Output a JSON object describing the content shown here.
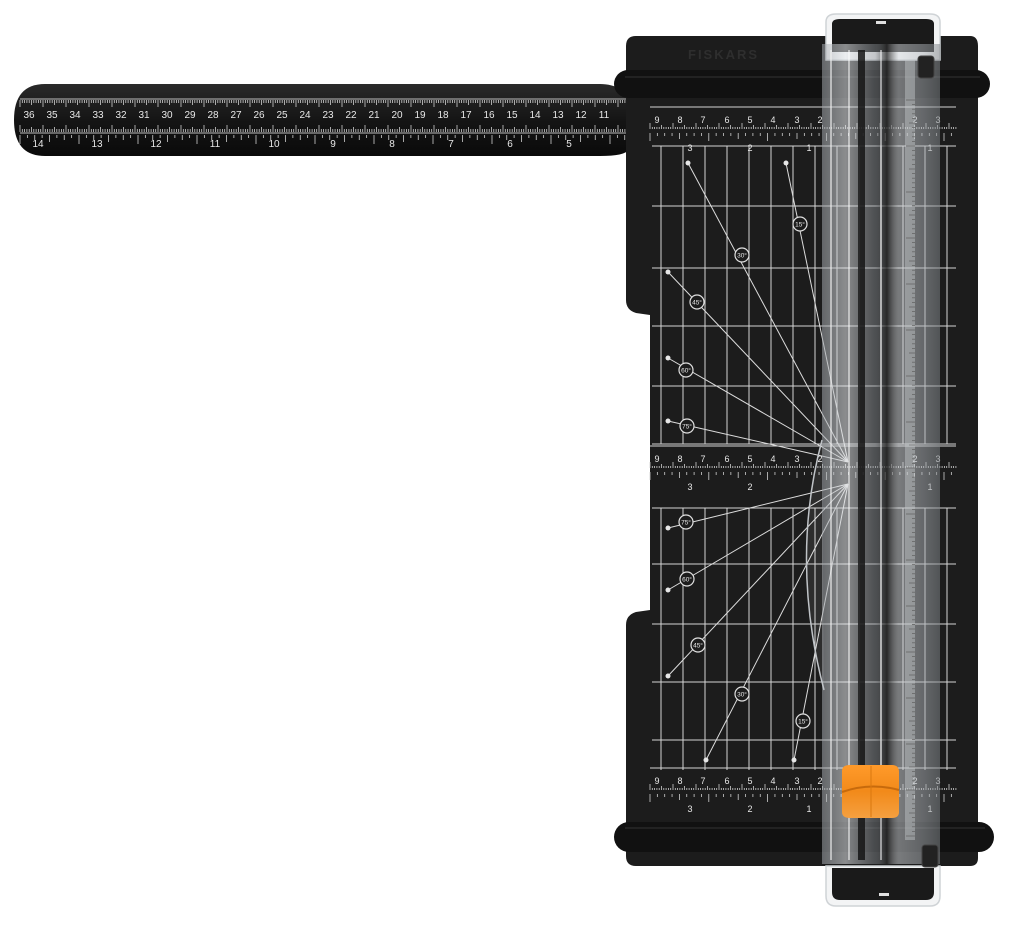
{
  "product": {
    "type": "paper-trimmer",
    "brand": "FISKARS",
    "colors": {
      "body": "#1c1c1c",
      "body_edge": "#0d0d0d",
      "grid_lines": "#d8d8d8",
      "cutting_rail": "#c8ccd0",
      "blade_handle": "#f28a1a",
      "background": "#ffffff"
    }
  },
  "extension_arm": {
    "top_scale_cm": [
      "36",
      "35",
      "34",
      "33",
      "32",
      "31",
      "30",
      "29",
      "28",
      "27",
      "26",
      "25",
      "24",
      "23",
      "22",
      "21",
      "20",
      "19",
      "18",
      "17",
      "16",
      "15",
      "14",
      "13",
      "12",
      "11"
    ],
    "bottom_scale_in": [
      "14",
      "13",
      "12",
      "11",
      "10",
      "9",
      "8",
      "7",
      "6",
      "5"
    ]
  },
  "board": {
    "top_ruler": {
      "left_cm": [
        "9",
        "8",
        "7",
        "6",
        "5",
        "4",
        "3",
        "2"
      ],
      "right_cm": [
        "2",
        "3"
      ],
      "left_in": [
        "3",
        "2",
        "1"
      ],
      "right_in": [
        "1"
      ]
    },
    "middle_ruler": {
      "left_cm": [
        "9",
        "8",
        "7",
        "6",
        "5",
        "4",
        "3",
        "2"
      ],
      "right_cm": [
        "2",
        "3"
      ],
      "left_in": [
        "3",
        "2"
      ],
      "right_in": [
        "1"
      ]
    },
    "bottom_ruler": {
      "left_cm": [
        "9",
        "8",
        "7",
        "6",
        "5",
        "4",
        "3",
        "2"
      ],
      "right_cm": [
        "2",
        "3"
      ],
      "left_in": [
        "3",
        "2",
        "1"
      ],
      "right_in": [
        "1"
      ]
    },
    "angle_guides_upper": [
      "15°",
      "30°",
      "45°",
      "60°",
      "75°"
    ],
    "angle_guides_lower": [
      "75°",
      "60°",
      "45°",
      "30°",
      "15°"
    ]
  }
}
